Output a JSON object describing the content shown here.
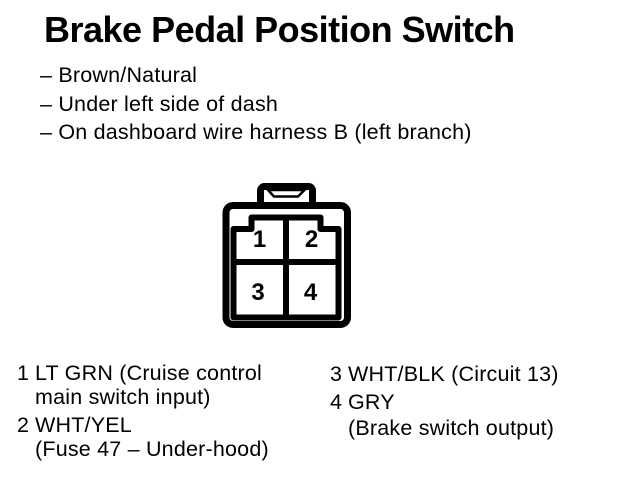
{
  "title": "Brake Pedal Position Switch",
  "bullets": [
    "– Brown/Natural",
    "– Under left side of dash",
    "– On dashboard wire harness B (left branch)"
  ],
  "connector": {
    "description": "4-pin connector face view",
    "pins": [
      "1",
      "2",
      "3",
      "4"
    ]
  },
  "legend": {
    "left": [
      {
        "num": "1",
        "lines": [
          "LT GRN (Cruise control",
          "main switch input)"
        ]
      },
      {
        "num": "2",
        "lines": [
          "WHT/YEL",
          "(Fuse 47 – Under-hood)"
        ]
      }
    ],
    "right": [
      {
        "num": "3",
        "lines": [
          "WHT/BLK (Circuit 13)"
        ]
      },
      {
        "num": "4",
        "lines": [
          "GRY",
          "(Brake switch output)"
        ]
      }
    ]
  },
  "colors": {
    "ink": "#000000",
    "paper": "#ffffff"
  }
}
